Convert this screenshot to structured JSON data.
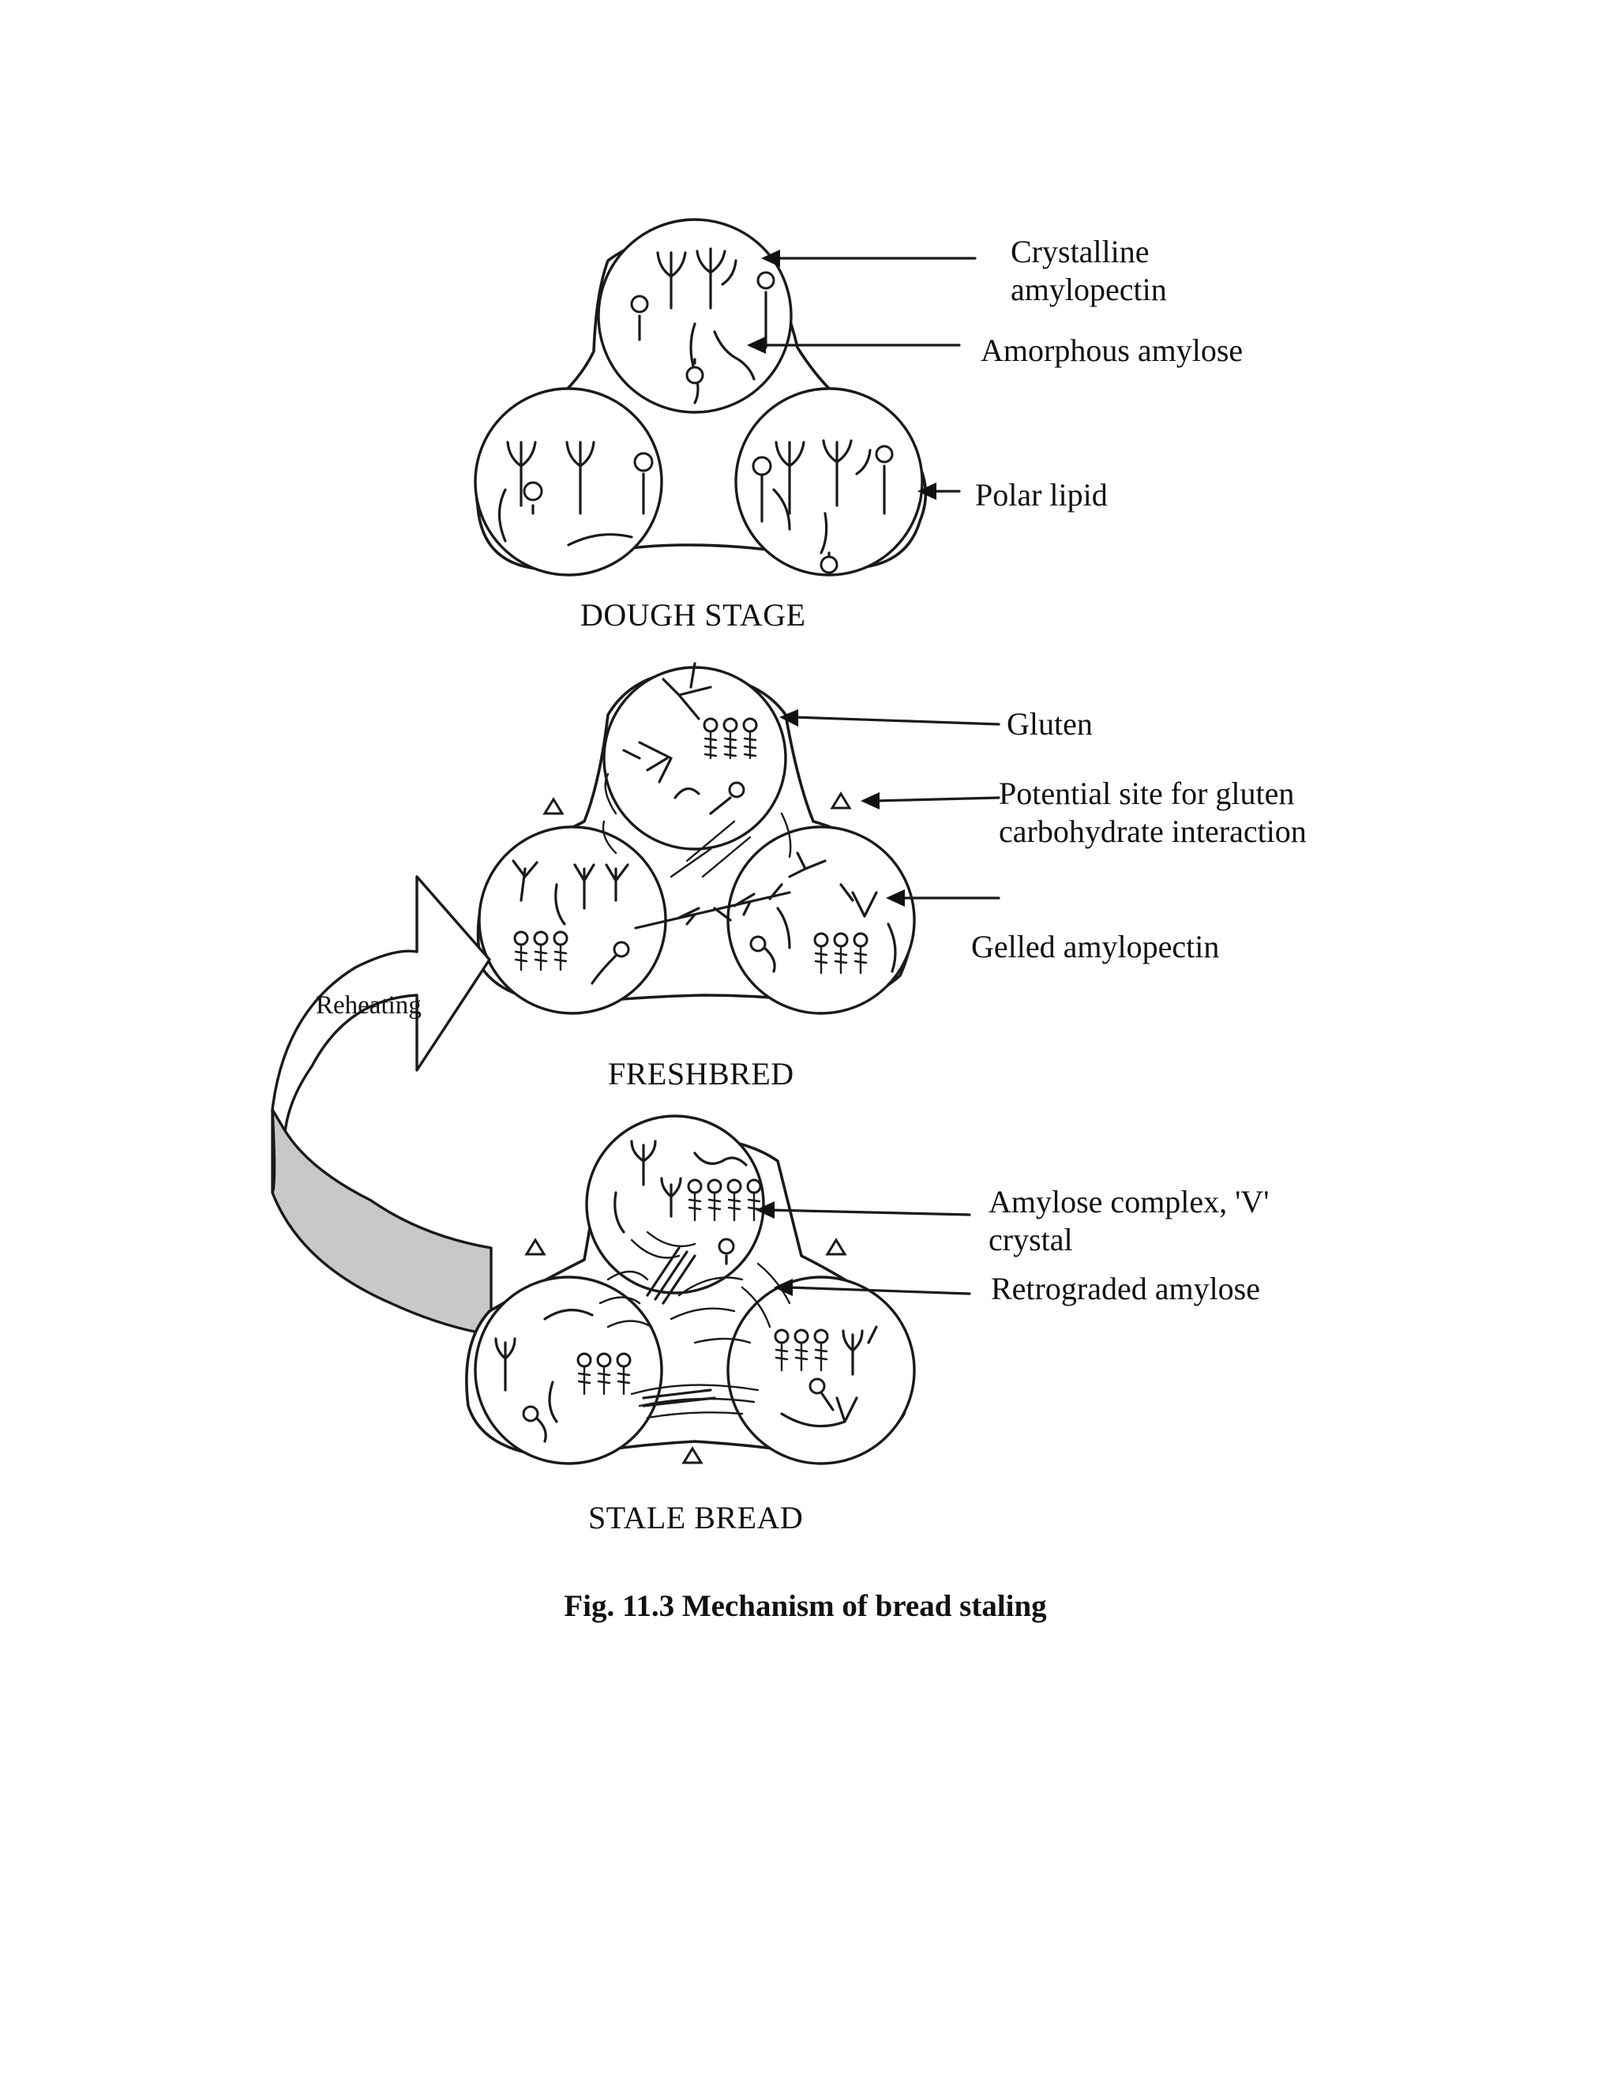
{
  "figure": {
    "caption": "Fig. 11.3 Mechanism of bread staling",
    "stages": {
      "dough": "DOUGH STAGE",
      "fresh": "FRESHBRED",
      "stale": "STALE BREAD"
    },
    "reheating_label": "Reheating",
    "labels": {
      "crystalline_1": "Crystalline",
      "crystalline_2": "amylopectin",
      "amorphous": "Amorphous amylose",
      "polar_lipid": "Polar lipid",
      "gluten": "Gluten",
      "potential_1": "Potential site for gluten",
      "potential_2": "carbohydrate interaction",
      "gelled": "Gelled amylopectin",
      "complex_1": "Amylose complex, 'V'",
      "complex_2": "crystal",
      "retrograded": "Retrograded amylose"
    }
  }
}
